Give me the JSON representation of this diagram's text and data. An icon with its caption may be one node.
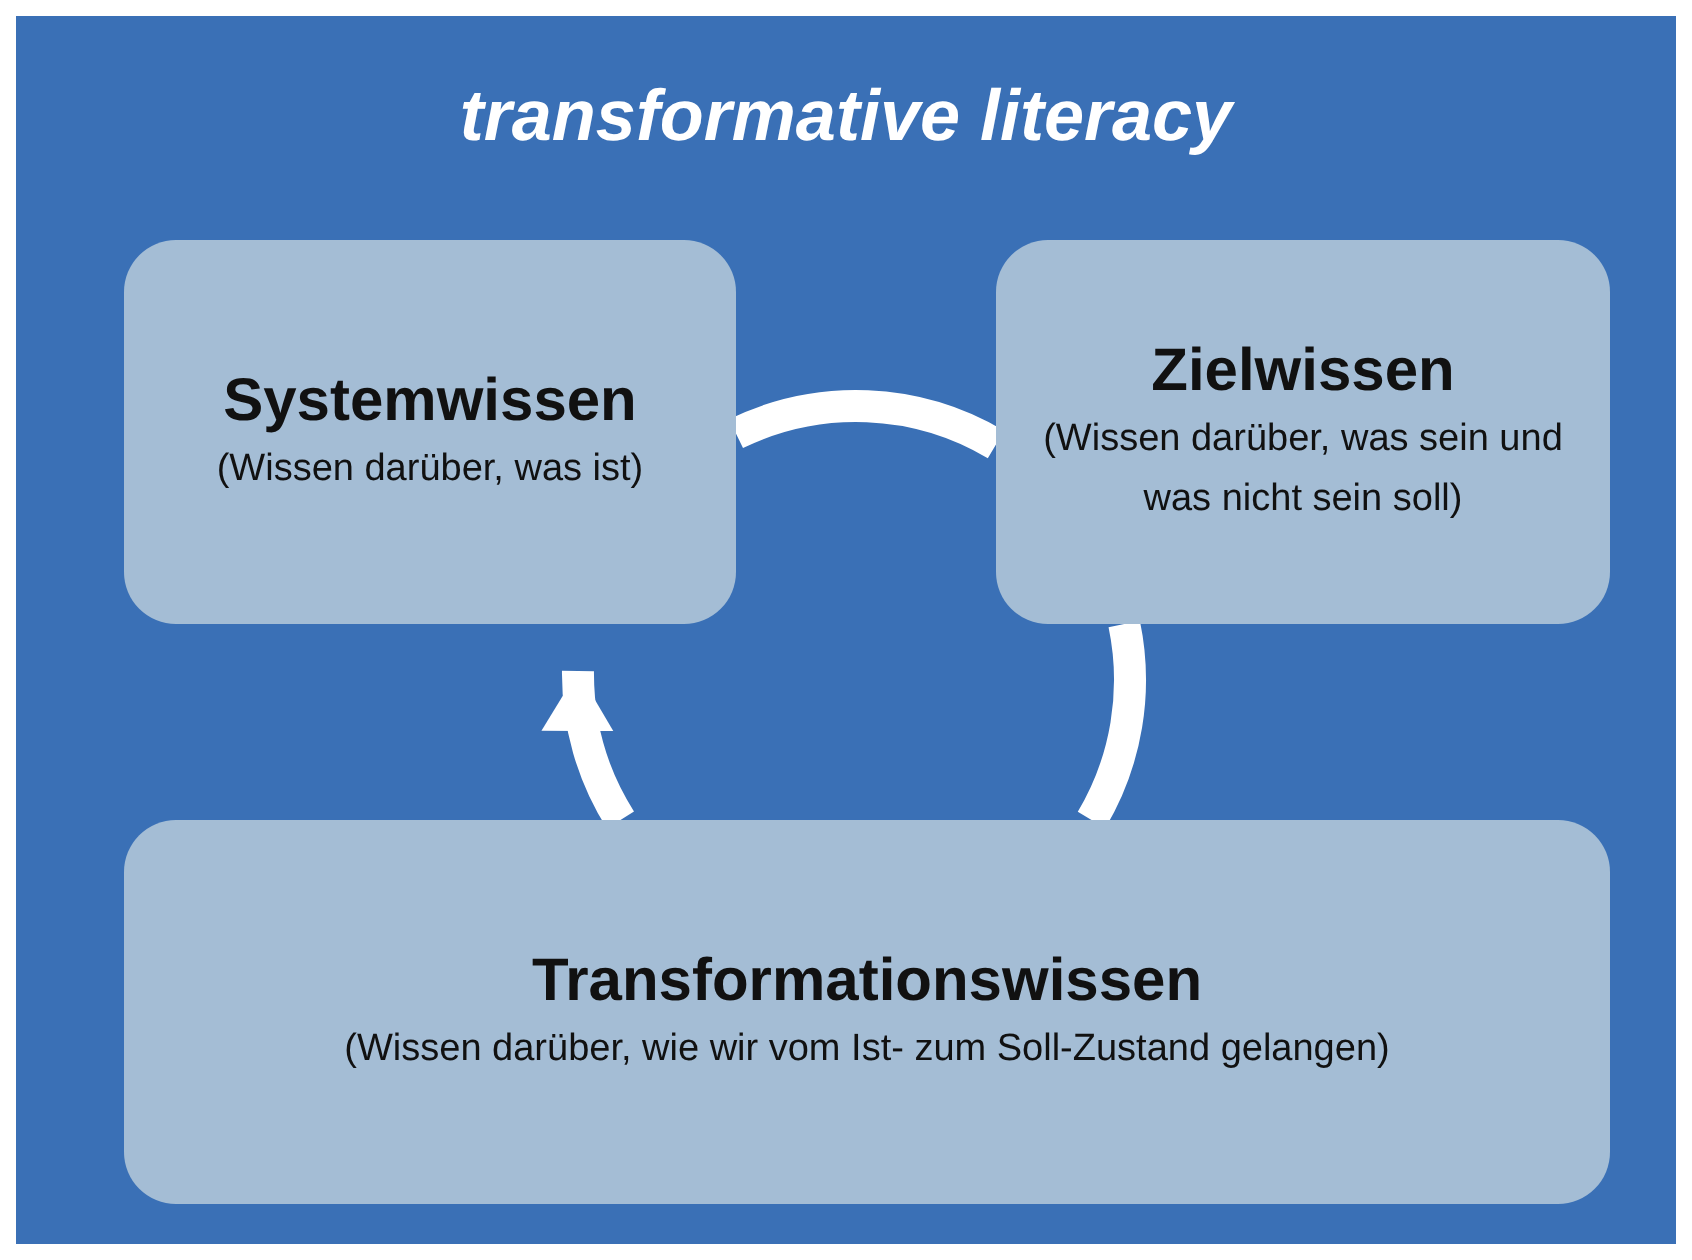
{
  "diagram": {
    "title": "transformative literacy",
    "nodes": [
      {
        "text": [
          "Systemwissen",
          "(Wissen darüber, was ist)"
        ]
      },
      {
        "text": [
          "Zielwissen",
          "(Wissen darüber, was sein und was nicht sein soll)"
        ]
      },
      {
        "text": [
          "Transformationswissen",
          "(Wissen darüber, wie wir vom Ist- zum Soll-Zustand gelangen)"
        ]
      }
    ],
    "edges": [
      {
        "from": 0,
        "to": 1,
        "arrow": "none"
      },
      {
        "from": 1,
        "to": 2,
        "arrow": "none"
      },
      {
        "from": 2,
        "to": 0,
        "arrow": "to"
      }
    ]
  }
}
